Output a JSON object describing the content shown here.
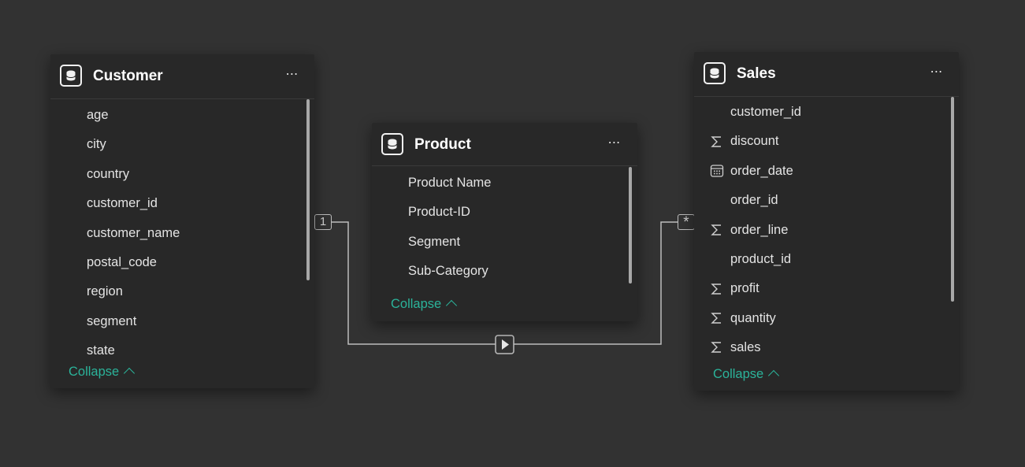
{
  "tables": {
    "customer": {
      "title": "Customer",
      "more": "⋯",
      "fields": [
        "age",
        "city",
        "country",
        "customer_id",
        "customer_name",
        "postal_code",
        "region",
        "segment",
        "state"
      ],
      "collapse": "Collapse"
    },
    "product": {
      "title": "Product",
      "more": "⋯",
      "fields": [
        "Product Name",
        "Product-ID",
        "Segment",
        "Sub-Category"
      ],
      "collapse": "Collapse"
    },
    "sales": {
      "title": "Sales",
      "more": "⋯",
      "fields": [
        {
          "name": "customer_id",
          "icon": "none"
        },
        {
          "name": "discount",
          "icon": "sigma-icon"
        },
        {
          "name": "order_date",
          "icon": "calendar-icon"
        },
        {
          "name": "order_id",
          "icon": "none"
        },
        {
          "name": "order_line",
          "icon": "sigma-icon"
        },
        {
          "name": "product_id",
          "icon": "none"
        },
        {
          "name": "profit",
          "icon": "sigma-icon"
        },
        {
          "name": "quantity",
          "icon": "sigma-icon"
        },
        {
          "name": "sales",
          "icon": "sigma-icon"
        }
      ],
      "collapse": "Collapse"
    }
  },
  "relationship": {
    "from_cardinality": "1",
    "to_cardinality": "*",
    "line_color": "#bdbdbd"
  },
  "colors": {
    "canvas": "#323232",
    "card": "#282828",
    "accent": "#2bb39a"
  }
}
